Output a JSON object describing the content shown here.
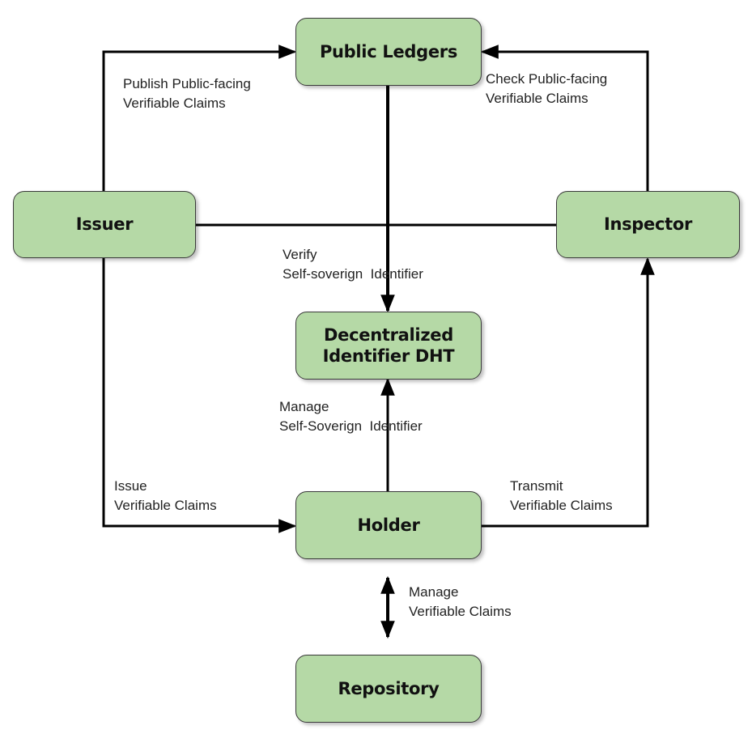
{
  "nodes": {
    "public_ledgers": "Public Ledgers",
    "issuer": "Issuer",
    "inspector": "Inspector",
    "dht_line1": "Decentralized",
    "dht_line2": "Identifier DHT",
    "holder": "Holder",
    "repository": "Repository"
  },
  "edge_labels": {
    "publish": [
      "Publish Public-facing",
      "Verifiable Claims"
    ],
    "check": [
      "Check Public-facing",
      "Verifiable Claims"
    ],
    "verify": [
      "Verify",
      "Self-soverign  Identifier"
    ],
    "manage_identifier": [
      "Manage",
      "Self-Soverign  Identifier"
    ],
    "issue": [
      "Issue",
      "Verifiable Claims"
    ],
    "transmit": [
      "Transmit",
      "Verifiable Claims"
    ],
    "manage_claims": [
      "Manage",
      "Verifiable Claims"
    ]
  },
  "colors": {
    "node_fill": "#b5d9a6",
    "node_border": "#3a3a3a",
    "edge": "#000000"
  }
}
